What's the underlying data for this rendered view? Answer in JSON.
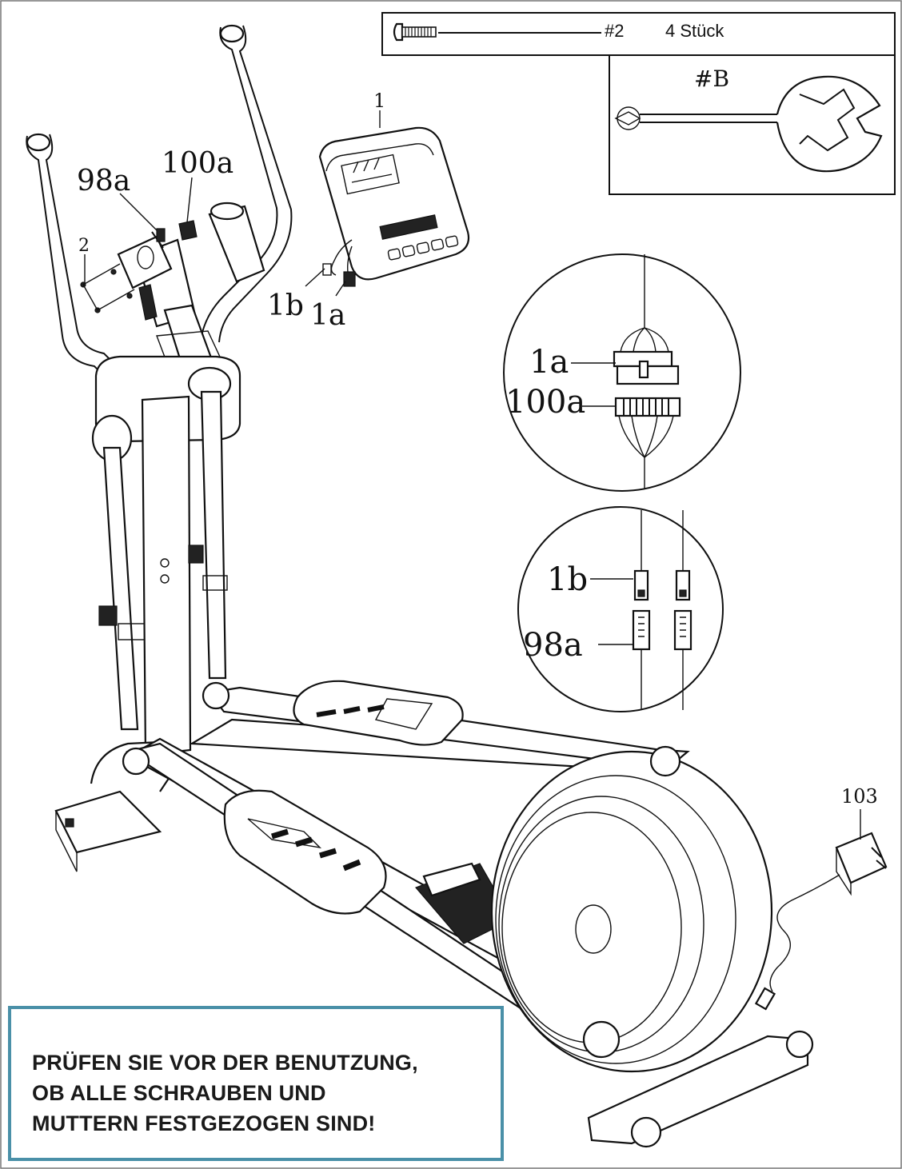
{
  "hardware": {
    "screw_label": "#2",
    "screw_qty": "4 Stück",
    "tool_label": "#B"
  },
  "parts": {
    "p1": "1",
    "p2": "2",
    "p98a": "98a",
    "p100a": "100a",
    "p1a": "1a",
    "p1b": "1b",
    "p103": "103"
  },
  "detail_top": {
    "label_a": "1a",
    "label_b": "100a"
  },
  "detail_bottom": {
    "label_a": "1b",
    "label_b": "98a"
  },
  "notice": {
    "line1": "PRÜFEN SIE VOR DER BENUTZUNG,",
    "line2": "OB ALLE SCHRAUBEN UND",
    "line3": "MUTTERN FESTGEZOGEN SIND!"
  }
}
